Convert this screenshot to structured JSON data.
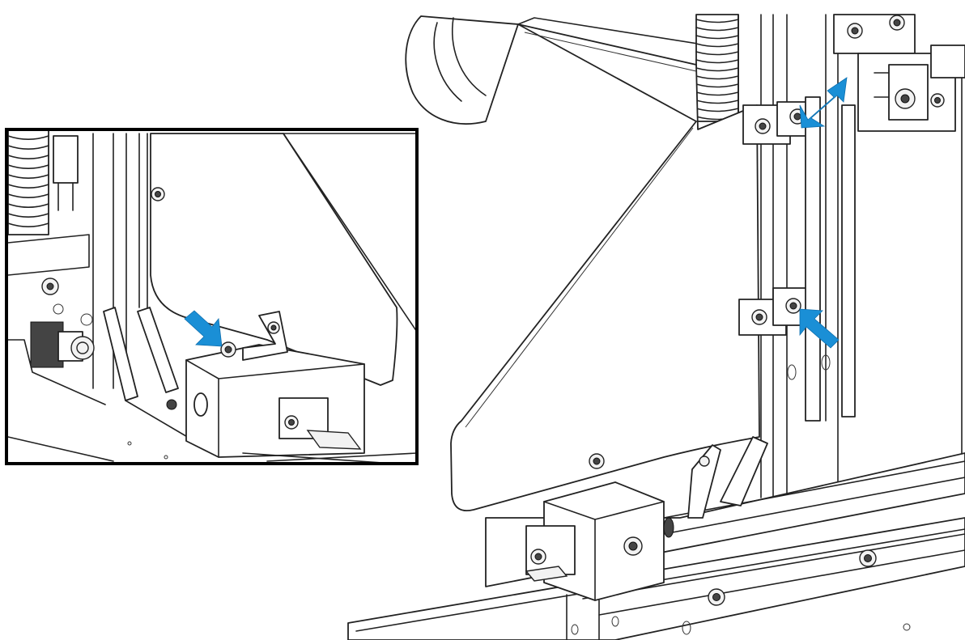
{
  "figure": {
    "background": "#ffffff",
    "line_color": "#222222",
    "arrow_color": "#1a8fd6",
    "inset_border_color": "#000000"
  },
  "callouts": [
    {
      "icon": "arrow-icon",
      "points_to": "upper-bracket-bolt"
    },
    {
      "icon": "arrow-icon",
      "points_to": "lower-bracket-bolt"
    },
    {
      "icon": "arrow-icon",
      "points_to": "inset-carriage-bolt"
    }
  ]
}
